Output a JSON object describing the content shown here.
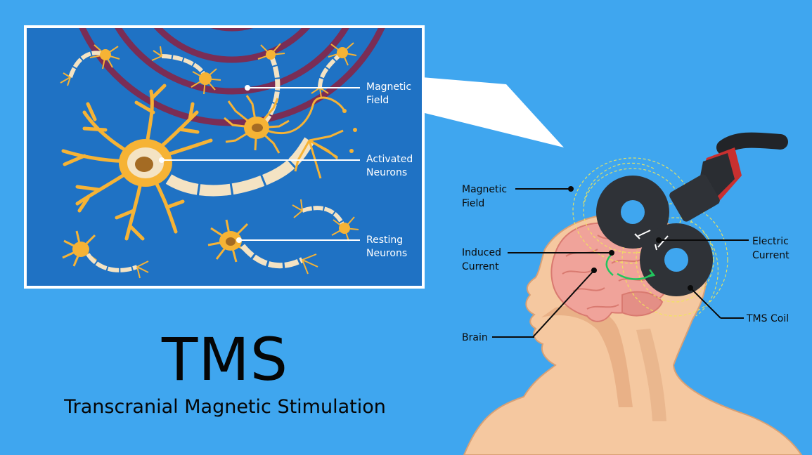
{
  "title": "TMS",
  "subtitle": "Transcranial Magnetic Stimulation",
  "inset": {
    "labels": {
      "magnetic_field": [
        "Magnetic",
        "Field"
      ],
      "activated_neurons": [
        "Activated",
        "Neurons"
      ],
      "resting_neurons": [
        "Resting",
        "Neurons"
      ]
    }
  },
  "head": {
    "labels": {
      "magnetic_field": [
        "Magnetic",
        "Field"
      ],
      "induced_current": [
        "Induced",
        "Current"
      ],
      "brain": [
        "Brain"
      ],
      "electric_current": [
        "Electric",
        "Current"
      ],
      "tms_coil": [
        "TMS Coil"
      ]
    }
  },
  "colors": {
    "background": "#3fa6ef",
    "inset_bg": "#1f72c4",
    "field_ring": "#7a2d55",
    "neuron": "#f6b335",
    "axon": "#f4e3c3",
    "skin": "#f5c8a0",
    "brain": "#f0a39a",
    "coil": "#2f3237",
    "field_line": "#f2e85a",
    "induced_arrow": "#22c55e"
  }
}
